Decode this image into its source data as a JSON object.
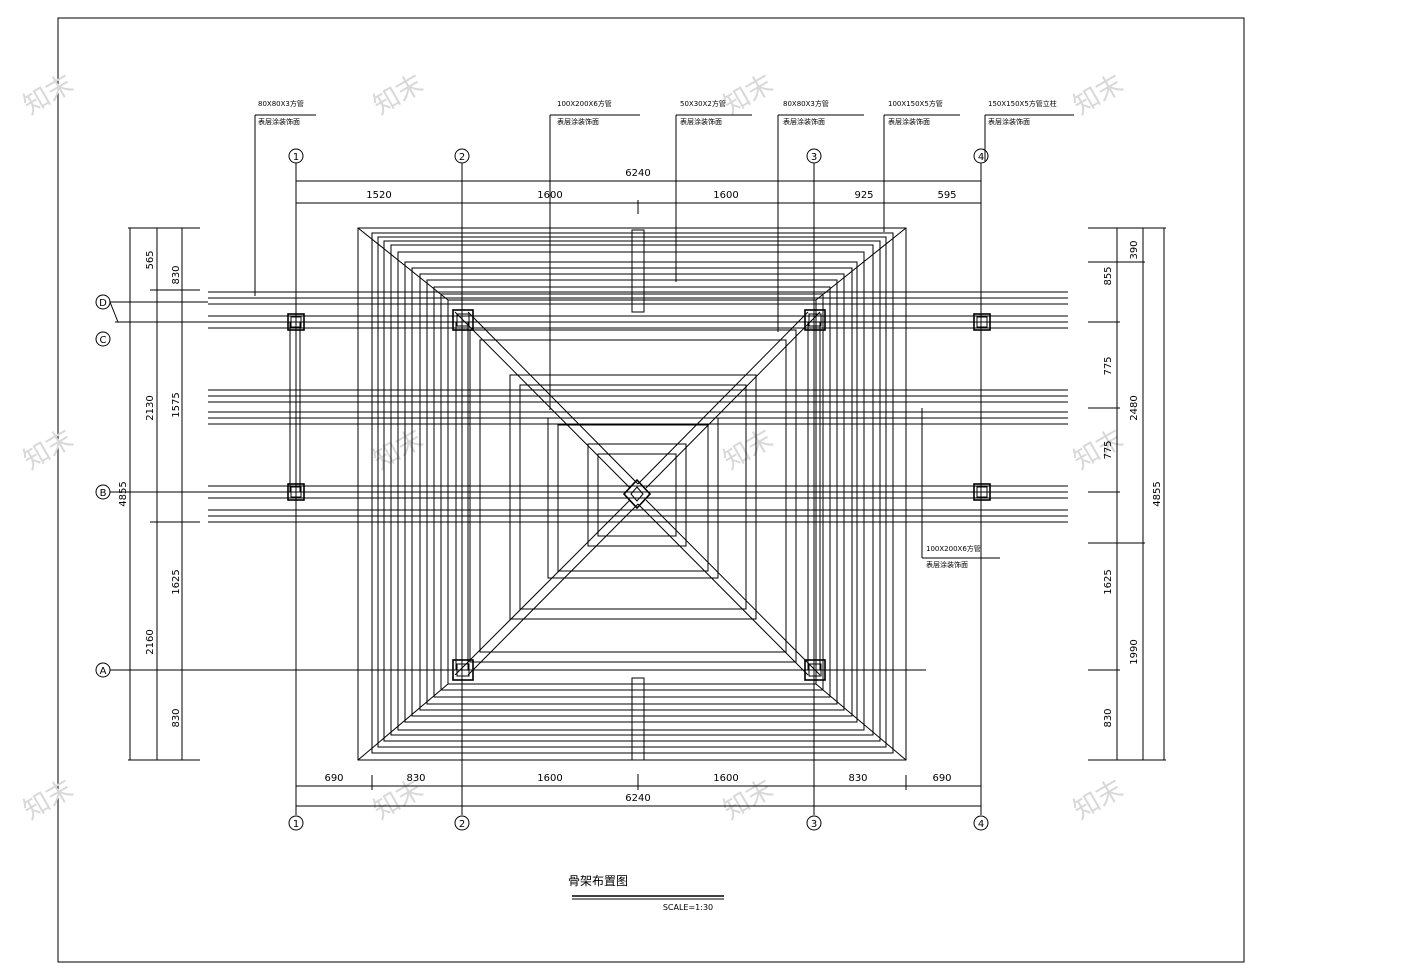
{
  "drawing": {
    "title": "骨架布置图",
    "scale": "SCALE=1:30"
  },
  "grid_labels": {
    "cols": [
      "1",
      "2",
      "3",
      "4"
    ],
    "rows": [
      "A",
      "B",
      "C",
      "D"
    ]
  },
  "callouts": [
    {
      "spec": "80X80X3方管",
      "note": "表层涂装饰面"
    },
    {
      "spec": "100X200X6方管",
      "note": "表层涂装饰面"
    },
    {
      "spec": "50X30X2方管",
      "note": "表层涂装饰面"
    },
    {
      "spec": "80X80X3方管",
      "note": "表层涂装饰面"
    },
    {
      "spec": "100X150X5方管",
      "note": "表层涂装饰面"
    },
    {
      "spec": "150X150X5方管立柱",
      "note": "表层涂装饰面"
    },
    {
      "spec": "100X200X6方管",
      "note": "表层涂装饰面"
    }
  ],
  "dimensions": {
    "top_total": "6240",
    "top": [
      "1520",
      "1600",
      "1600",
      "925",
      "595"
    ],
    "bottom_total": "6240",
    "bottom": [
      "690",
      "830",
      "1600",
      "1600",
      "830",
      "690"
    ],
    "left_outer": "4855",
    "left_mid": [
      "565",
      "2130",
      "2160"
    ],
    "left_inner": [
      "830",
      "1575",
      "1625",
      "830"
    ],
    "right_outer": "4855",
    "right_mid": [
      "390",
      "2480",
      "1990"
    ],
    "right_inner": [
      "855",
      "775",
      "775",
      "1625",
      "830"
    ]
  },
  "watermark": "知末"
}
